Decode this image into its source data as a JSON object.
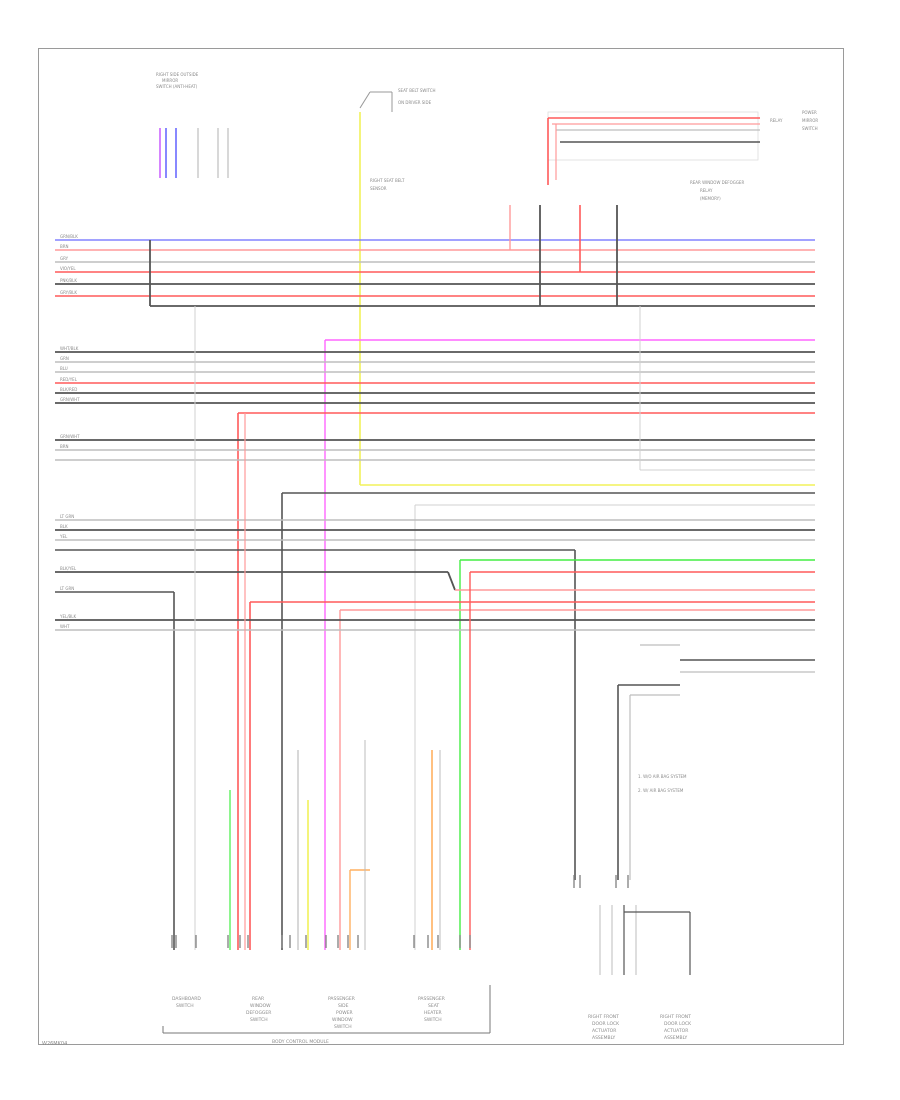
{
  "diagram": {
    "footer_code": "W26MK04",
    "bus_labels": {
      "group1": [
        "GRN/BLK",
        "BRN",
        "GRY",
        "VIO/YEL",
        "PNK/BLK",
        "GRY/BLK"
      ],
      "group2": [
        "WHT/BLK",
        "GRN",
        "BLU",
        "RED/YEL",
        "BLK/RED",
        "GRN/WHT"
      ],
      "group3": [
        "GRN/WHT",
        "BRN"
      ],
      "group4": [
        "LT GRN",
        "BLK",
        "YEL"
      ],
      "group5": [
        "BLK/YEL",
        "LT GRN",
        "YEL/BLK",
        "WHT"
      ]
    },
    "components": {
      "top_left": [
        "RIGHT SIDE OUTSIDE",
        "MIRROR",
        "SWITCH (ANTI-HEAT)"
      ],
      "top_center_switch": [
        "SEAT BELT SWITCH",
        "ON DRIVER SIDE"
      ],
      "top_center_sensor": [
        "RIGHT SEAT BELT",
        "SENSOR"
      ],
      "top_right": [
        "REAR WINDOW DEFOGGER",
        "RELAY",
        "(MEMORY)"
      ],
      "top_right_side": [
        "POWER",
        "MIRROR",
        "SWITCH"
      ],
      "relay_label": "RELAY"
    },
    "notes": [
      "1. W/O AIR BAG SYSTEM",
      "2. W/ AIR BAG SYSTEM"
    ],
    "bottom_blocks": [
      {
        "lines": [
          "DASHBOARD",
          "SWITCH"
        ]
      },
      {
        "lines": [
          "REAR",
          "WINDOW",
          "DEFOGGER",
          "SWITCH"
        ]
      },
      {
        "lines": [
          "PASSENGER",
          "SIDE",
          "POWER",
          "WINDOW",
          "SWITCH"
        ]
      },
      {
        "lines": [
          "PASSENGER",
          "SEAT",
          "HEATER",
          "SWITCH"
        ]
      }
    ],
    "bottom_bar": "BODY CONTROL MODULE",
    "right_blocks": [
      {
        "lines": [
          "RIGHT FRONT",
          "DOOR LOCK",
          "ACTUATOR",
          "ASSEMBLY"
        ]
      },
      {
        "lines": [
          "RIGHT FRONT",
          "DOOR LOCK",
          "ACTUATOR",
          "ASSEMBLY"
        ]
      }
    ],
    "colors": {
      "red": "#ff5a5a",
      "pink": "#ffb0b8",
      "magenta": "#ff66ff",
      "blue": "#6b6bff",
      "green": "#44ee44",
      "yellow": "#f2f25a",
      "orange": "#ffb060",
      "gray": "#c6c6c6",
      "black": "#555555",
      "light": "#e6e6e6"
    }
  }
}
